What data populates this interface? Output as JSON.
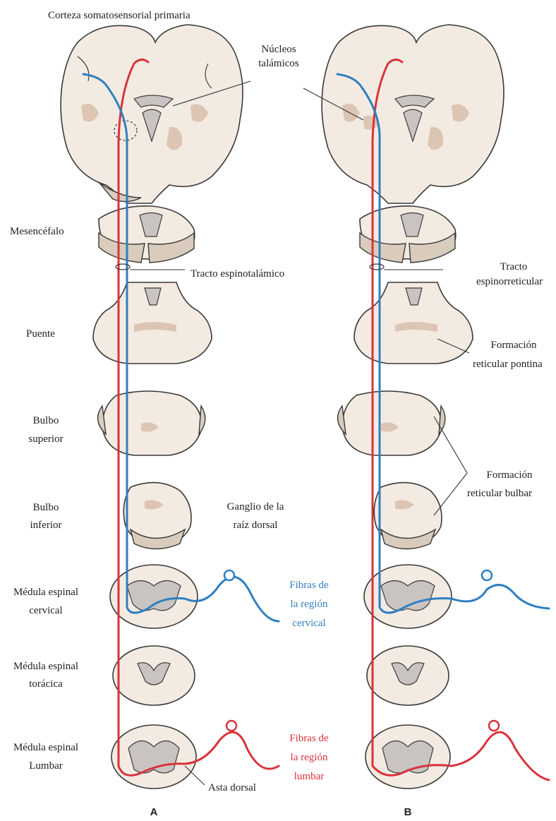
{
  "labels": {
    "corteza": "Corteza somatosensorial primaria",
    "nucleos_1": "Núcleos",
    "nucleos_2": "talámicos",
    "mesencefalo": "Mesencéfalo",
    "tracto_espinotalamico": "Tracto espinotalámico",
    "tracto_espinorreticular_1": "Tracto",
    "tracto_espinorreticular_2": "espinorreticular",
    "puente": "Puente",
    "formacion_pontina_1": "Formación",
    "formacion_pontina_2": "reticular pontina",
    "bulbo_superior_1": "Bulbo",
    "bulbo_superior_2": "superior",
    "formacion_bulbar_1": "Formación",
    "formacion_bulbar_2": "reticular bulbar",
    "bulbo_inferior_1": "Bulbo",
    "bulbo_inferior_2": "inferior",
    "ganglio_1": "Ganglio de la",
    "ganglio_2": "raíz dorsal",
    "medula_cervical_1": "Médula espinal",
    "medula_cervical_2": "cervical",
    "fibras_cervical_1": "Fibras de",
    "fibras_cervical_2": "la región",
    "fibras_cervical_3": "cervical",
    "medula_toracica_1": "Médula espinal",
    "medula_toracica_2": "torácica",
    "medula_lumbar_1": "Médula espinal",
    "medula_lumbar_2": "Lumbar",
    "fibras_lumbar_1": "Fibras de",
    "fibras_lumbar_2": "la región",
    "fibras_lumbar_3": "lumbar",
    "asta_dorsal": "Asta dorsal",
    "panel_a": "A",
    "panel_b": "B"
  },
  "colors": {
    "cervical_fibers": "#2f7fc0",
    "lumbar_fibers": "#d8333c",
    "tissue": "#f3ebe2",
    "gray_matter": "#c9c4c2"
  }
}
